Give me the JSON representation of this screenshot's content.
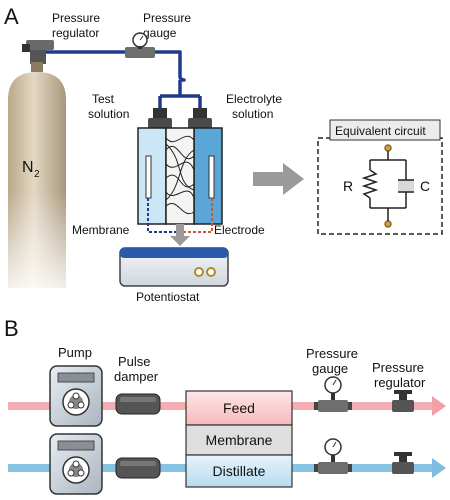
{
  "panel_a": {
    "label": "A",
    "pressure_regulator": [
      "Pressure",
      "regulator"
    ],
    "pressure_gauge": [
      "Pressure",
      "gauge"
    ],
    "test_solution": [
      "Test",
      "solution"
    ],
    "electrolyte_solution": [
      "Electrolyte",
      "solution"
    ],
    "cylinder_gas": "N",
    "cylinder_gas_sub": "2",
    "membrane": "Membrane",
    "electrode": "Electrode",
    "potentiostat": "Potentiostat",
    "equivalent_circuit": {
      "title": "Equivalent circuit",
      "resistor": "R",
      "capacitor": "C"
    }
  },
  "panel_b": {
    "label": "B",
    "pump": "Pump",
    "pulse_damper": [
      "Pulse",
      "damper"
    ],
    "pressure_gauge": [
      "Pressure",
      "gauge"
    ],
    "pressure_regulator": [
      "Pressure",
      "regulator"
    ],
    "feed": "Feed",
    "membrane": "Membrane",
    "distillate": "Distillate"
  },
  "colors": {
    "tube": "#1f3a8a",
    "cylinder": "#c7b59a",
    "test_cell": "#cbe6f5",
    "electrolyte_cell": "#5aa6d6",
    "feed_stream": "#f2a0a6",
    "distillate_stream": "#7cbde0",
    "feed_box": "#f9d2d2",
    "membrane_box": "#dedede",
    "distillate_box": "#d3e8f6",
    "arrow_gray": "#9a9a9a"
  }
}
